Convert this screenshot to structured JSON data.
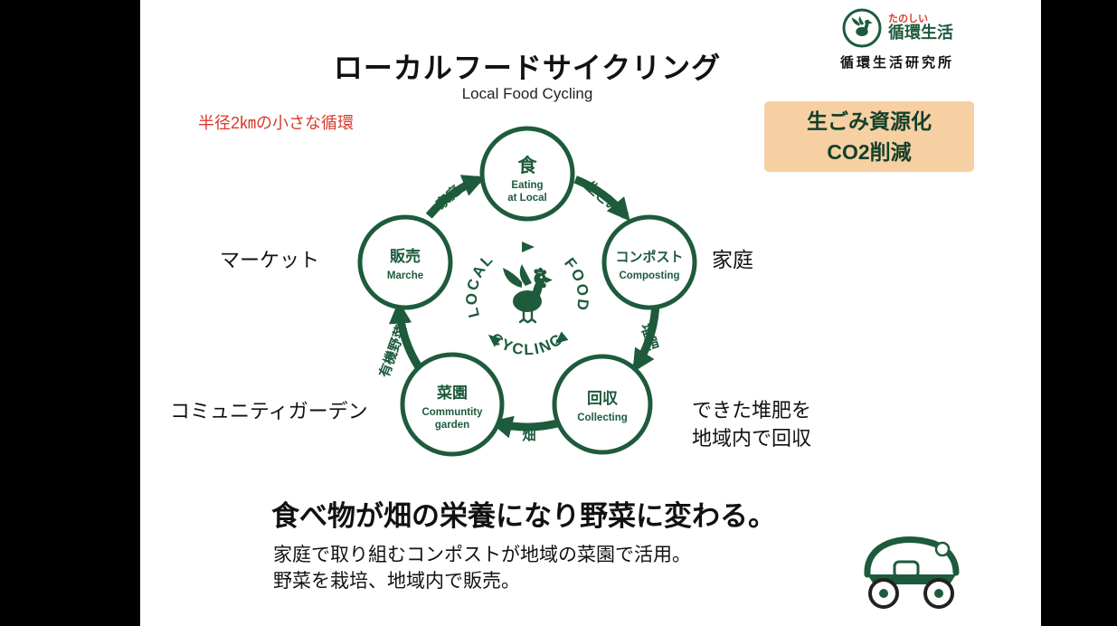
{
  "meta": {
    "colors": {
      "green": "#1d5b3c",
      "red": "#d93a2b",
      "peach": "#f6d0a2",
      "ink": "#111111"
    }
  },
  "header": {
    "title": "ローカルフードサイクリング",
    "subtitle": "Local Food Cycling",
    "annotation": "半径2㎞の小さな循環"
  },
  "brand": {
    "tagline": "たのしい",
    "name": "循環生活",
    "org": "循環生活研究所"
  },
  "benefit_box": {
    "line1": "生ごみ資源化",
    "line2": "CO2削減"
  },
  "cycle": {
    "center_words": [
      "LOCAL",
      "FOOD",
      "CYCLING"
    ],
    "nodes": [
      {
        "jp": "食",
        "en1": "Eating",
        "en2": "at Local"
      },
      {
        "jp": "コンポスト",
        "en1": "Composting",
        "en2": ""
      },
      {
        "jp": "回収",
        "en1": "Collecting",
        "en2": ""
      },
      {
        "jp": "菜園",
        "en1": "Communtity",
        "en2": "garden"
      },
      {
        "jp": "販売",
        "en1": "Marche",
        "en2": ""
      }
    ],
    "flow_labels": {
      "waste": "生ごみ",
      "compost": "堆肥",
      "field": "畑",
      "organic_veg": "有機野菜",
      "household": "家庭"
    },
    "outer_labels": {
      "market": "マーケット",
      "home": "家庭",
      "community_garden": "コミュニティガーデン",
      "collect_line1": "できた堆肥を",
      "collect_line2": "地域内で回収"
    }
  },
  "footer": {
    "headline": "食べ物が畑の栄養になり野菜に変わる。",
    "line1": "家庭で取り組むコンポストが地域の菜園で活用。",
    "line2": "野菜を栽培、地域内で販売。"
  }
}
